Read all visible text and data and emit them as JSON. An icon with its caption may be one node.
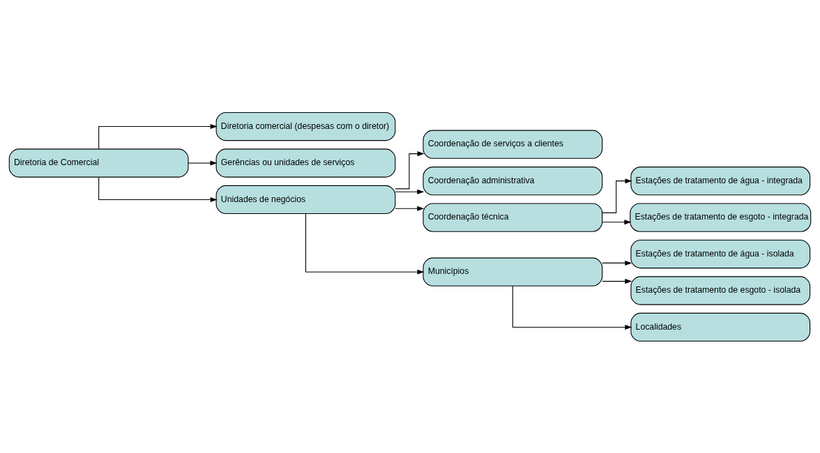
{
  "diagram": {
    "nodes": [
      {
        "text": [
          "Diretoria de Comercial"
        ]
      },
      {
        "text": [
          "Diretoria comercial (despesas com o diretor)"
        ]
      },
      {
        "text": [
          "Gerências ou unidades de serviços"
        ]
      },
      {
        "text": [
          "Unidades de negócios"
        ]
      },
      {
        "text": [
          "Coordenação de serviços a clientes"
        ]
      },
      {
        "text": [
          "Coordenação administrativa"
        ]
      },
      {
        "text": [
          "Coordenação técnica"
        ]
      },
      {
        "text": [
          "Estações de tratamento de água - integrada"
        ]
      },
      {
        "text": [
          "Estações de tratamento de esgoto - integrada"
        ]
      },
      {
        "text": [
          "Municípios"
        ]
      },
      {
        "text": [
          "Estações de tratamento de água - isolada"
        ]
      },
      {
        "text": [
          "Estações de tratamento de esgoto - isolada"
        ]
      },
      {
        "text": [
          "Localidades"
        ]
      }
    ],
    "edges": [
      {
        "from": 0,
        "to": 1,
        "arrow": "to"
      },
      {
        "from": 0,
        "to": 2,
        "arrow": "to"
      },
      {
        "from": 0,
        "to": 3,
        "arrow": "to"
      },
      {
        "from": 3,
        "to": 4,
        "arrow": "to"
      },
      {
        "from": 3,
        "to": 5,
        "arrow": "to"
      },
      {
        "from": 3,
        "to": 6,
        "arrow": "to"
      },
      {
        "from": 6,
        "to": 7,
        "arrow": "to"
      },
      {
        "from": 6,
        "to": 8,
        "arrow": "to"
      },
      {
        "from": 3,
        "to": 9,
        "arrow": "to"
      },
      {
        "from": 9,
        "to": 10,
        "arrow": "to"
      },
      {
        "from": 9,
        "to": 11,
        "arrow": "to"
      },
      {
        "from": 9,
        "to": 12,
        "arrow": "to"
      }
    ]
  }
}
